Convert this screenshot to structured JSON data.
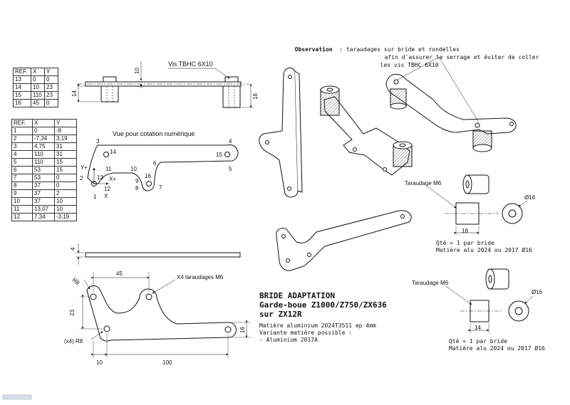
{
  "observation": {
    "label": "Observation",
    "line1": ": taraudages sur bride et rondelles",
    "line2": "afin d'assurer le serrage et éviter de coller",
    "line3": "les vis TBHC 6X10"
  },
  "top_view": {
    "screw_label": "Vis TBHC 6X10",
    "dim_10": "10",
    "dim_14": "14",
    "dim_18": "18"
  },
  "table_small": {
    "headers": [
      "REF.",
      "X",
      "Y"
    ],
    "rows": [
      [
        "13",
        "0",
        "0"
      ],
      [
        "14",
        "10",
        "23"
      ],
      [
        "15",
        "110",
        "23"
      ],
      [
        "16",
        "45",
        "0"
      ]
    ]
  },
  "table_big": {
    "headers": [
      "REF.",
      "X",
      "Y"
    ],
    "rows": [
      [
        "1",
        "0",
        "-8"
      ],
      [
        "2",
        "-7,34",
        "3,19"
      ],
      [
        "3",
        "4,75",
        "31"
      ],
      [
        "4",
        "110",
        "31"
      ],
      [
        "5",
        "110",
        "15"
      ],
      [
        "6",
        "53",
        "15"
      ],
      [
        "7",
        "53",
        "0"
      ],
      [
        "8",
        "37",
        "0"
      ],
      [
        "9",
        "37",
        "2"
      ],
      [
        "10",
        "37",
        "10"
      ],
      [
        "11",
        "13,07",
        "10"
      ],
      [
        "12",
        "7,34",
        "-3,19"
      ]
    ]
  },
  "numeric_view": {
    "title": "Vue pour cotation numérique",
    "points": [
      "1",
      "2",
      "3",
      "4",
      "5",
      "6",
      "7",
      "8",
      "9",
      "10",
      "11",
      "12",
      "13",
      "14",
      "15",
      "16"
    ],
    "axis_y": "Y+",
    "axis_x": "X+",
    "axis_x_label": "X"
  },
  "side_view": {
    "dim_4": "4"
  },
  "main_view": {
    "dim_45": "45",
    "dim_23": "23",
    "dim_16": "16",
    "dim_10": "10",
    "dim_100": "100",
    "r8": "R8",
    "r8_x4": "(x4) R8",
    "tap_label": "X4 taraudages M6"
  },
  "title_block": {
    "line1": "BRIDE ADAPTATION",
    "line2": "Garde-boue Z1000/Z750/ZX636",
    "line3": "sur ZX12R",
    "mat1": "Matière aluminium 2024T3511 ep 4mm",
    "mat2": "Variante matière possible :",
    "mat3": "- Aluminium 2017A"
  },
  "spacer18": {
    "label": "Taraudage M6",
    "dia": "Ø16",
    "length": "18",
    "qty": "Qté = 1 par bride",
    "mat": "Matière alu 2024 ou 2017 Ø16"
  },
  "spacer14": {
    "label": "Taraudage M6",
    "dia": "Ø16",
    "length": "14",
    "qty": "Qté = 1 par bride",
    "mat": "Matière alu 2024 ou 2017 Ø16"
  }
}
